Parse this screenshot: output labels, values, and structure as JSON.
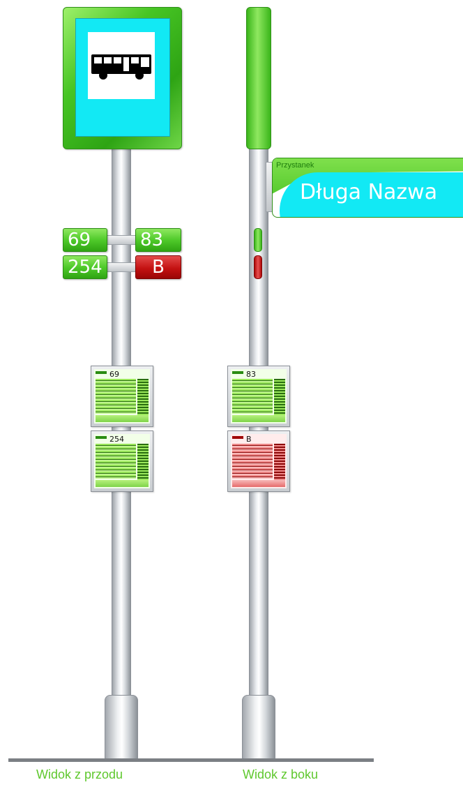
{
  "front_view": {
    "caption": "Widok z przodu",
    "sign_icon": "bus-icon",
    "line_tags": [
      {
        "label": "69",
        "color": "#4fca2a"
      },
      {
        "label": "83",
        "color": "#4fca2a"
      },
      {
        "label": "254",
        "color": "#4fca2a"
      },
      {
        "label": "B",
        "color": "#c41212"
      }
    ],
    "timetables": [
      {
        "line": "69",
        "color": "#4fca2a"
      },
      {
        "line": "254",
        "color": "#4fca2a"
      }
    ]
  },
  "side_view": {
    "caption": "Widok z boku",
    "stop_label": "Przystanek",
    "stop_name": "Długa Nazwa",
    "indicators": [
      {
        "color": "#4fca2a"
      },
      {
        "color": "#c41212"
      }
    ],
    "timetables": [
      {
        "line": "83",
        "color": "#4fca2a"
      },
      {
        "line": "B",
        "color": "#c41212"
      }
    ]
  },
  "colors": {
    "sign_green": "#3ebd1c",
    "sign_cyan": "#12e9f4",
    "red": "#c41212",
    "ground": "#7b7f84",
    "caption": "#5fc82e"
  }
}
